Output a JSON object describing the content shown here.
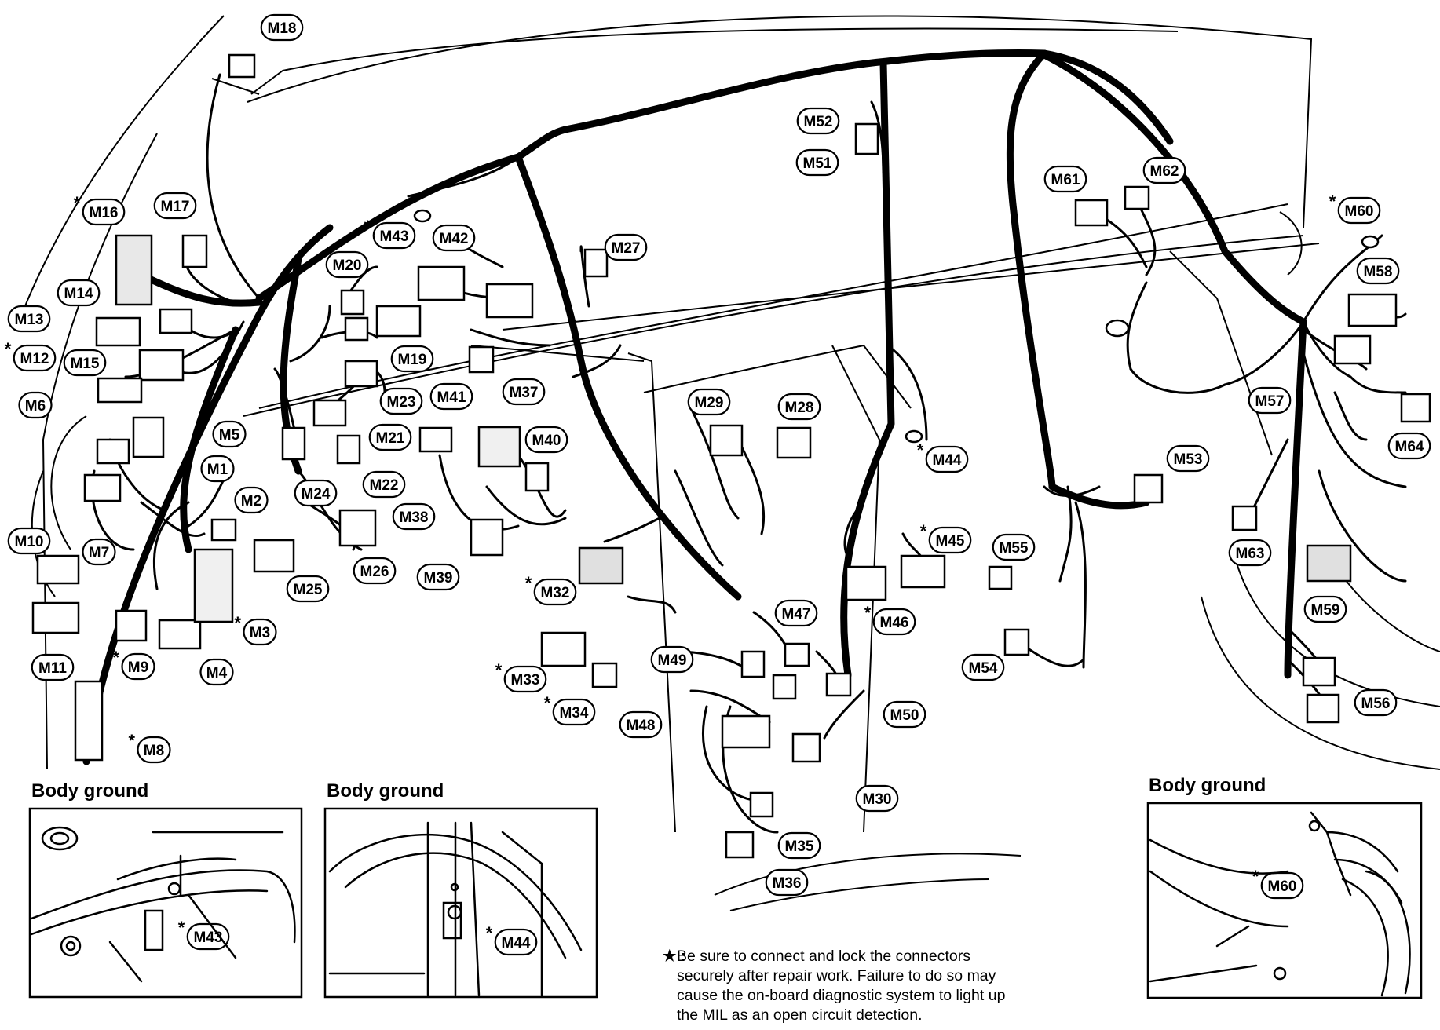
{
  "connectors": [
    {
      "id": "M1",
      "label": "M1",
      "star": false
    },
    {
      "id": "M2",
      "label": "M2",
      "star": false
    },
    {
      "id": "M3",
      "label": "M3",
      "star": true
    },
    {
      "id": "M4",
      "label": "M4",
      "star": false
    },
    {
      "id": "M5",
      "label": "M5",
      "star": false
    },
    {
      "id": "M6",
      "label": "M6",
      "star": false
    },
    {
      "id": "M7",
      "label": "M7",
      "star": false
    },
    {
      "id": "M8",
      "label": "M8",
      "star": true
    },
    {
      "id": "M9",
      "label": "M9",
      "star": true
    },
    {
      "id": "M10",
      "label": "M10",
      "star": false
    },
    {
      "id": "M11",
      "label": "M11",
      "star": false
    },
    {
      "id": "M12",
      "label": "M12",
      "star": true
    },
    {
      "id": "M13",
      "label": "M13",
      "star": false
    },
    {
      "id": "M14",
      "label": "M14",
      "star": false
    },
    {
      "id": "M15",
      "label": "M15",
      "star": false
    },
    {
      "id": "M16",
      "label": "M16",
      "star": true
    },
    {
      "id": "M17",
      "label": "M17",
      "star": false
    },
    {
      "id": "M18",
      "label": "M18",
      "star": false
    },
    {
      "id": "M19",
      "label": "M19",
      "star": false
    },
    {
      "id": "M20",
      "label": "M20",
      "star": false
    },
    {
      "id": "M21",
      "label": "M21",
      "star": false
    },
    {
      "id": "M22",
      "label": "M22",
      "star": false
    },
    {
      "id": "M23",
      "label": "M23",
      "star": false
    },
    {
      "id": "M24",
      "label": "M24",
      "star": false
    },
    {
      "id": "M25",
      "label": "M25",
      "star": false
    },
    {
      "id": "M26",
      "label": "M26",
      "star": false
    },
    {
      "id": "M27",
      "label": "M27",
      "star": false
    },
    {
      "id": "M28",
      "label": "M28",
      "star": false
    },
    {
      "id": "M29",
      "label": "M29",
      "star": false
    },
    {
      "id": "M30",
      "label": "M30",
      "star": false
    },
    {
      "id": "M32",
      "label": "M32",
      "star": true
    },
    {
      "id": "M33",
      "label": "M33",
      "star": true
    },
    {
      "id": "M34",
      "label": "M34",
      "star": true
    },
    {
      "id": "M35",
      "label": "M35",
      "star": false
    },
    {
      "id": "M36",
      "label": "M36",
      "star": false
    },
    {
      "id": "M37",
      "label": "M37",
      "star": false
    },
    {
      "id": "M38",
      "label": "M38",
      "star": false
    },
    {
      "id": "M39",
      "label": "M39",
      "star": false
    },
    {
      "id": "M40",
      "label": "M40",
      "star": false
    },
    {
      "id": "M41",
      "label": "M41",
      "star": false
    },
    {
      "id": "M42",
      "label": "M42",
      "star": false
    },
    {
      "id": "M43",
      "label": "M43",
      "star": true
    },
    {
      "id": "M44",
      "label": "M44",
      "star": true
    },
    {
      "id": "M45",
      "label": "M45",
      "star": true
    },
    {
      "id": "M46",
      "label": "M46",
      "star": true
    },
    {
      "id": "M47",
      "label": "M47",
      "star": false
    },
    {
      "id": "M48",
      "label": "M48",
      "star": false
    },
    {
      "id": "M49",
      "label": "M49",
      "star": false
    },
    {
      "id": "M50",
      "label": "M50",
      "star": false
    },
    {
      "id": "M51",
      "label": "M51",
      "star": false
    },
    {
      "id": "M52",
      "label": "M52",
      "star": false
    },
    {
      "id": "M53",
      "label": "M53",
      "star": false
    },
    {
      "id": "M54",
      "label": "M54",
      "star": false
    },
    {
      "id": "M55",
      "label": "M55",
      "star": false
    },
    {
      "id": "M56",
      "label": "M56",
      "star": false
    },
    {
      "id": "M57",
      "label": "M57",
      "star": false
    },
    {
      "id": "M58",
      "label": "M58",
      "star": false
    },
    {
      "id": "M59",
      "label": "M59",
      "star": false
    },
    {
      "id": "M60",
      "label": "M60",
      "star": true
    },
    {
      "id": "M61",
      "label": "M61",
      "star": false
    },
    {
      "id": "M62",
      "label": "M62",
      "star": false
    },
    {
      "id": "M63",
      "label": "M63",
      "star": false
    },
    {
      "id": "M64",
      "label": "M64",
      "star": false
    }
  ],
  "insets": [
    {
      "id": "left",
      "title": "Body ground",
      "label": "M43",
      "star": true
    },
    {
      "id": "middle",
      "title": "Body ground",
      "label": "M44",
      "star": true
    },
    {
      "id": "right",
      "title": "Body ground",
      "label": "M60",
      "star": true
    }
  ],
  "note": {
    "marker": "★ :",
    "lines": [
      "Be sure to connect and lock the connectors",
      "securely after repair work. Failure to do so may",
      "cause the on-board diagnostic system to light up",
      "the MIL as an open circuit detection."
    ]
  },
  "star_symbol": "*"
}
